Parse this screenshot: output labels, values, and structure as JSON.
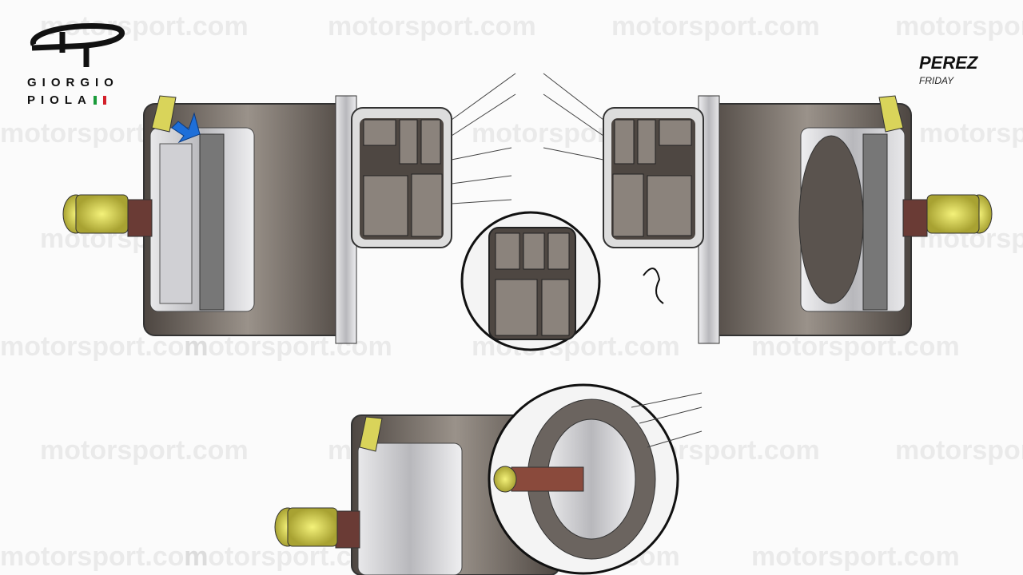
{
  "watermark": "motorsport.com",
  "logo": {
    "line1": "GIORGIO",
    "line2": "PIOLA"
  },
  "flag_colors": [
    "#1a9b3a",
    "#ffffff",
    "#d3202a"
  ],
  "caption": {
    "driver": "PEREZ",
    "session": "FRIDAY"
  },
  "colors": {
    "arrow": "#1e6fd9",
    "hub_yellow": "#e6e04a",
    "duct_gray": "#6f6862"
  }
}
